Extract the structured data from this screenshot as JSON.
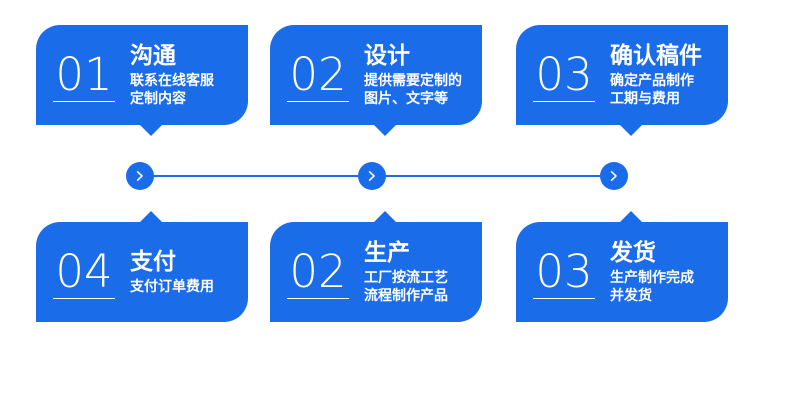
{
  "theme": {
    "brand_blue": "#1b6ce8",
    "background": "#ffffff",
    "text_on_brand": "#ffffff"
  },
  "flow": {
    "connector": {
      "icon": "chevron-right-icon",
      "glyph": ">",
      "node_count": 3,
      "line_color": "#1b6ce8"
    },
    "steps_top": [
      {
        "number": "01",
        "title": "沟通",
        "desc": "联系在线客服\n定制内容"
      },
      {
        "number": "02",
        "title": "设计",
        "desc": "提供需要定制的\n图片、文字等"
      },
      {
        "number": "03",
        "title": "确认稿件",
        "desc": "确定产品制作\n工期与费用"
      }
    ],
    "steps_bottom": [
      {
        "number": "04",
        "title": "支付",
        "desc": "支付订单费用"
      },
      {
        "number": "02",
        "title": "生产",
        "desc": "工厂按流工艺\n流程制作产品"
      },
      {
        "number": "03",
        "title": "发货",
        "desc": "生产制作完成\n并发货"
      }
    ]
  }
}
